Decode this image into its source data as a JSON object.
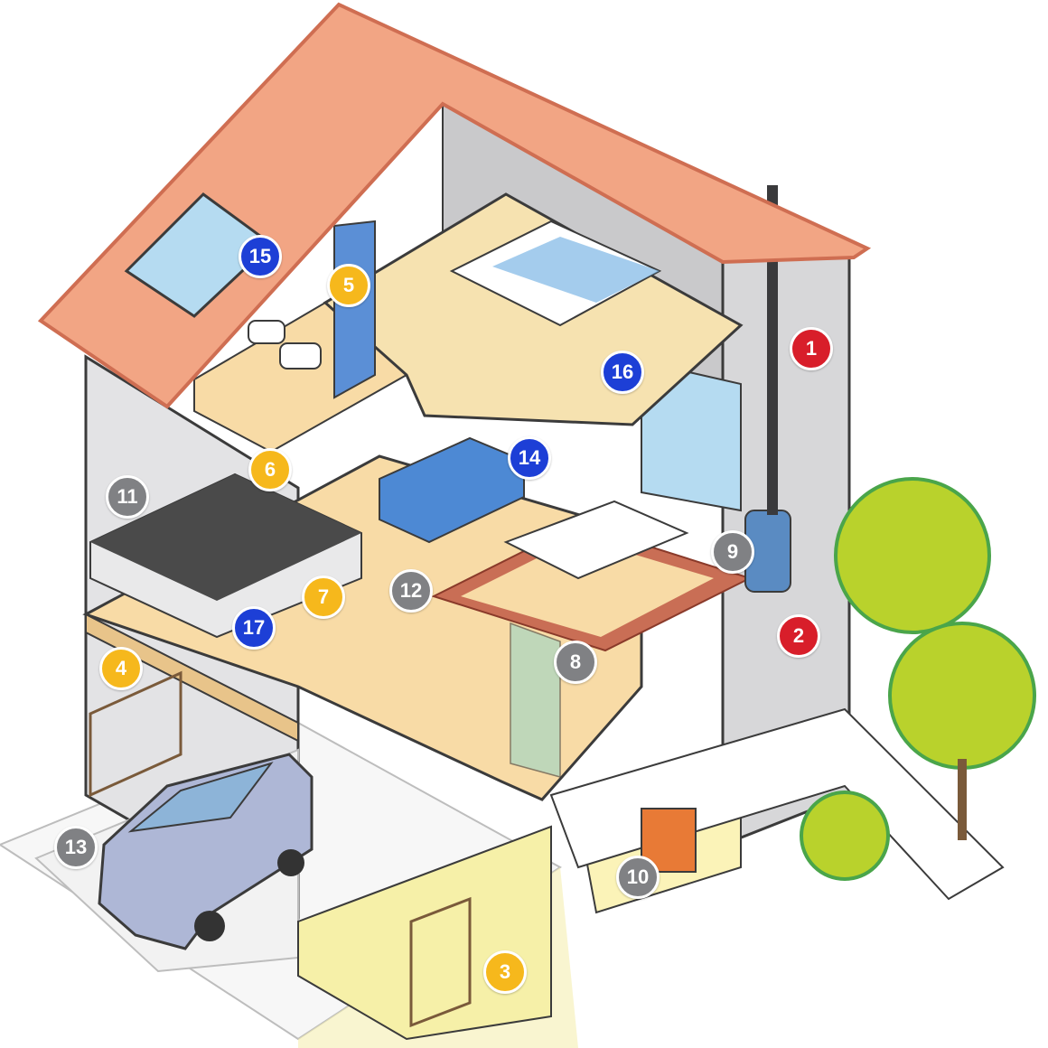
{
  "colors": {
    "red": "#d81e2a",
    "gray": "#808184",
    "yellow": "#f6b81c",
    "blue": "#1d3fd6",
    "roof": "#f2a584",
    "roof_edge": "#cf6e52",
    "wall": "#d9d9db",
    "floor": "#f8dba6",
    "bedroom_floor": "#f6e2b0",
    "garage_floor": "#f2f2f2",
    "laundry_floor": "#f6f0a8",
    "cabinet_blue": "#5b8fd6",
    "sofa_blue": "#4d89d4",
    "tree_green": "#b9d22c",
    "tree_dark": "#4aa54a",
    "car": "#aeb7d6",
    "boiler": "#e87a36",
    "sky": "#b5dbf1",
    "outline": "#3b3b3b"
  },
  "markers": [
    {
      "id": "1",
      "label": "1",
      "color": "red",
      "icon": "air-inlet-icon"
    },
    {
      "id": "2",
      "label": "2",
      "color": "red",
      "icon": "air-inlet-icon"
    },
    {
      "id": "3",
      "label": "3",
      "color": "yellow",
      "icon": "cleaning-products-icon"
    },
    {
      "id": "4",
      "label": "4",
      "color": "yellow",
      "icon": "storage-shelf-icon"
    },
    {
      "id": "5",
      "label": "5",
      "color": "yellow",
      "icon": "bathroom-products-icon"
    },
    {
      "id": "6",
      "label": "6",
      "color": "yellow",
      "icon": "toilet-icon"
    },
    {
      "id": "7",
      "label": "7",
      "color": "yellow",
      "icon": "kitchen-products-icon"
    },
    {
      "id": "8",
      "label": "8",
      "color": "gray",
      "icon": "smoking-icon"
    },
    {
      "id": "9",
      "label": "9",
      "color": "gray",
      "icon": "wood-stove-icon"
    },
    {
      "id": "10",
      "label": "10",
      "color": "gray",
      "icon": "boiler-icon"
    },
    {
      "id": "11",
      "label": "11",
      "color": "gray",
      "icon": "cooking-icon"
    },
    {
      "id": "12",
      "label": "12",
      "color": "gray",
      "icon": "candle-icon"
    },
    {
      "id": "13",
      "label": "13",
      "color": "gray",
      "icon": "car-exhaust-icon"
    },
    {
      "id": "14",
      "label": "14",
      "color": "blue",
      "icon": "pet-icon"
    },
    {
      "id": "15",
      "label": "15",
      "color": "blue",
      "icon": "shower-icon"
    },
    {
      "id": "16",
      "label": "16",
      "color": "blue",
      "icon": "vacuum-icon"
    },
    {
      "id": "17",
      "label": "17",
      "color": "blue",
      "icon": "dishwasher-icon"
    }
  ]
}
